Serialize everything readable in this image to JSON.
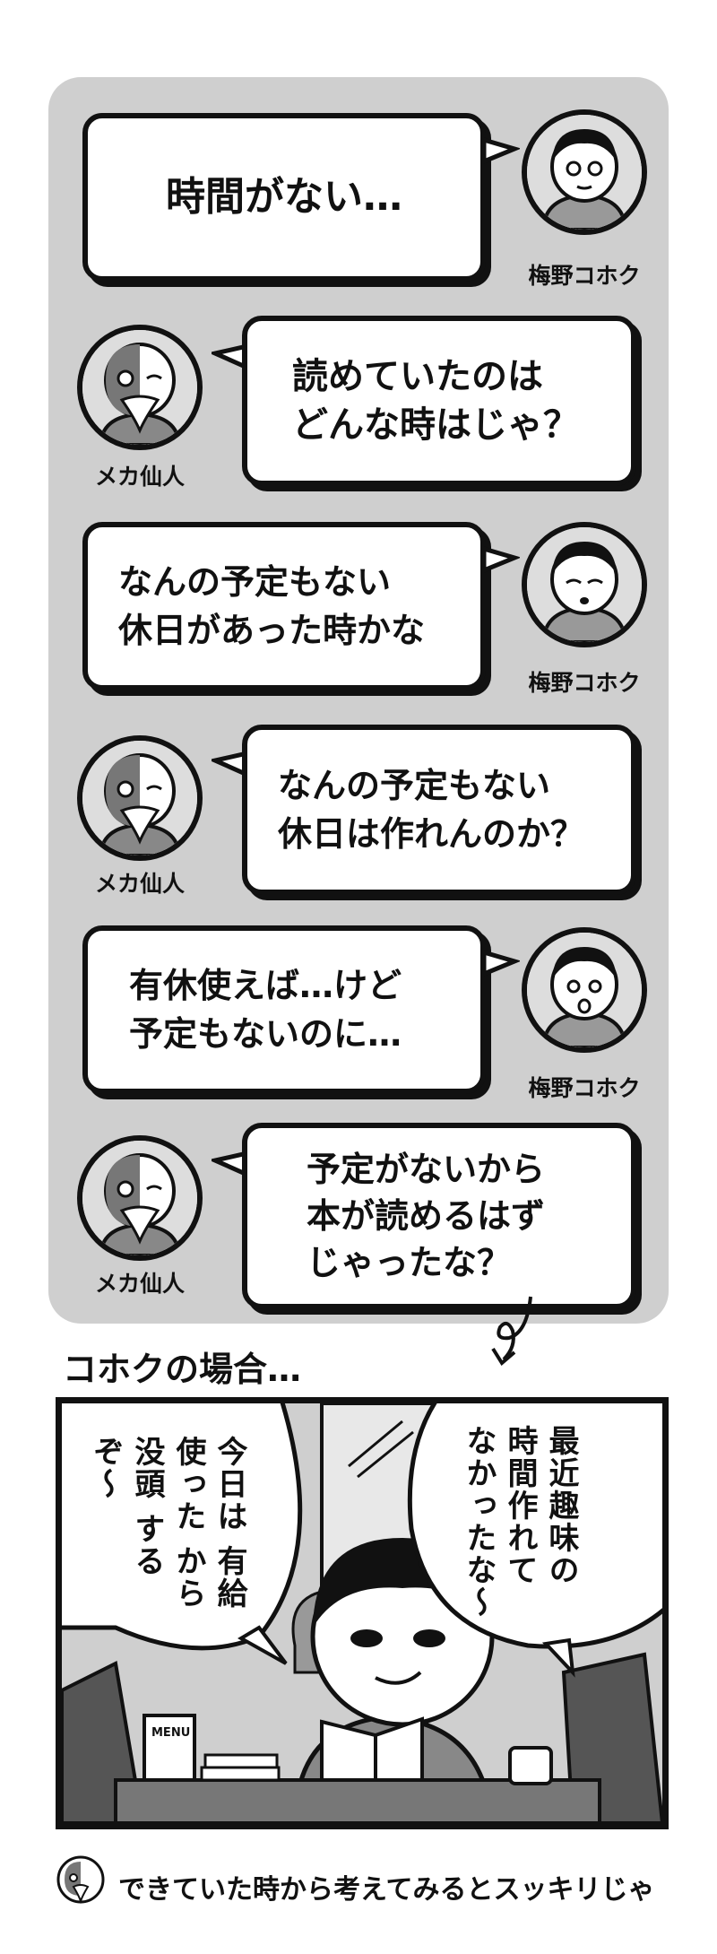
{
  "dialogue": [
    {
      "speaker": "梅野コホク",
      "text": "時間がない…",
      "side": "left-bubble"
    },
    {
      "speaker": "メカ仙人",
      "text": "読めていたのは\nどんな時はじゃ？",
      "side": "right-bubble"
    },
    {
      "speaker": "梅野コホク",
      "text": "なんの予定もない\n休日があった時かな",
      "side": "left-bubble"
    },
    {
      "speaker": "メカ仙人",
      "text": "なんの予定もない\n休日は作れんのか？",
      "side": "right-bubble"
    },
    {
      "speaker": "梅野コホク",
      "text": "有休使えば…けど\n予定もないのに…",
      "side": "left-bubble"
    },
    {
      "speaker": "メカ仙人",
      "text": "予定がないから\n本が読めるはず\nじゃったな？",
      "side": "right-bubble"
    }
  ],
  "section_label": "コホクの場合…",
  "comic": {
    "bubble_right": "最近趣味の\n時間作れて\nなかったな〜",
    "bubble_left": "今日は\n有給使った\nから没頭\nするぞ〜",
    "menu_sign": "MENU"
  },
  "footer": {
    "text": "できていた時から考えてみるとスッキリじゃ"
  }
}
